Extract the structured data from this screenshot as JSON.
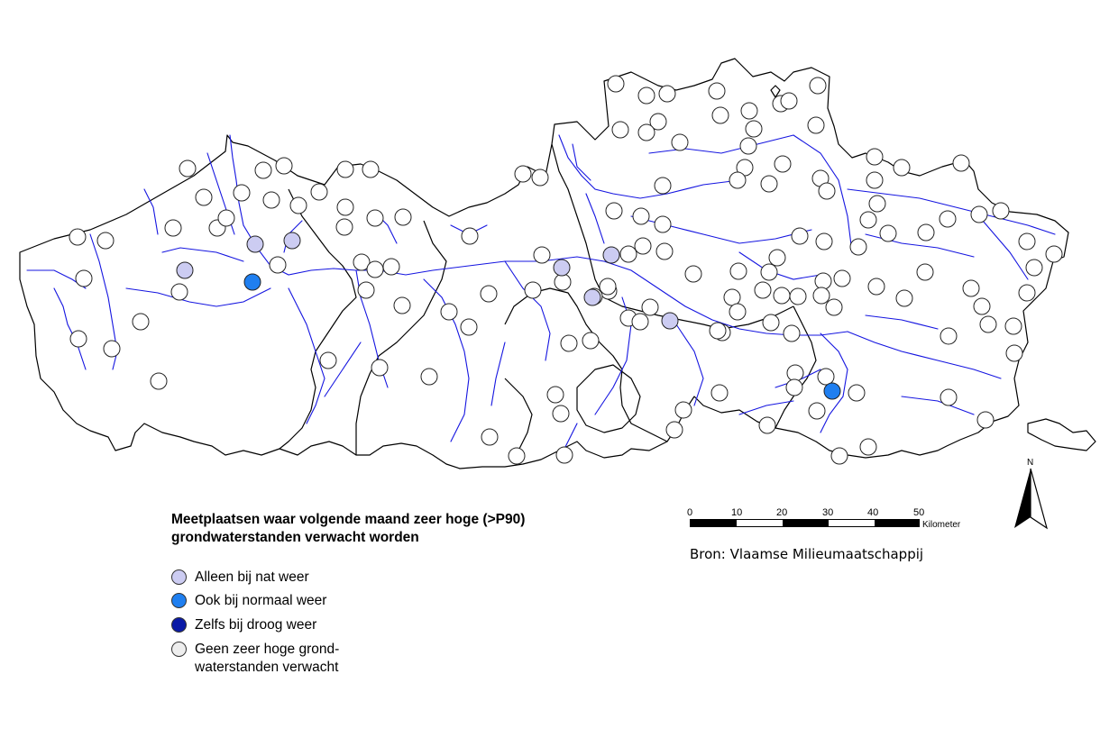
{
  "legend": {
    "title": "Meetplaatsen waar volgende maand zeer hoge (>P90) grondwaterstanden verwacht worden",
    "items": [
      {
        "label": "Alleen bij nat weer",
        "color": "#ccccf2"
      },
      {
        "label": "Ook bij normaal weer",
        "color": "#1f7ff0"
      },
      {
        "label": "Zelfs bij droog weer",
        "color": "#0a1aa6"
      },
      {
        "label": "Geen zeer hoge grond-\nwaterstanden verwacht",
        "color": "#eeeeee"
      }
    ]
  },
  "scale": {
    "ticks": [
      "0",
      "10",
      "20",
      "30",
      "40",
      "50"
    ],
    "unit": "Kilometer"
  },
  "source": "Bron: Vlaamse Milieumaatschappij",
  "north_label": "N",
  "colors": {
    "river": "#1515e0",
    "border": "#000000",
    "default_station": "#eeeeee",
    "wet": "#ccccf2",
    "normal": "#1f7ff0",
    "dry": "#0a1aa6"
  },
  "station_counts": {
    "alleen_bij_nat_weer": 7,
    "ook_bij_normaal_weer": 2,
    "zelfs_bij_droog_weer": 0
  }
}
